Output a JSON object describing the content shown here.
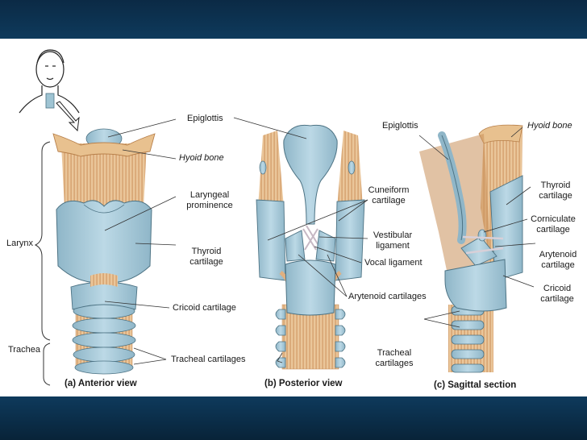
{
  "captions": {
    "anterior": "(a) Anterior view",
    "posterior": "(b) Posterior view",
    "sagittal": "(c) Sagittal section"
  },
  "labels": {
    "larynx": "Larynx",
    "trachea": "Trachea",
    "a_epiglottis": "Epiglottis",
    "a_hyoid": "Hyoid bone",
    "a_laryngeal_1": "Laryngeal",
    "a_laryngeal_2": "prominence",
    "a_thyroid_1": "Thyroid",
    "a_thyroid_2": "cartilage",
    "a_cricoid": "Cricoid cartilage",
    "a_tracheal": "Tracheal cartilages",
    "b_cuneiform_1": "Cuneiform",
    "b_cuneiform_2": "cartilage",
    "b_vestibular_1": "Vestibular",
    "b_vestibular_2": "ligament",
    "b_vocal": "Vocal ligament",
    "b_arytenoid": "Arytenoid cartilages",
    "c_epiglottis": "Epiglottis",
    "c_hyoid": "Hyoid bone",
    "c_thyroid_1": "Thyroid",
    "c_thyroid_2": "cartilage",
    "c_corniculate_1": "Corniculate",
    "c_corniculate_2": "cartilage",
    "c_arytenoid_1": "Arytenoid",
    "c_arytenoid_2": "cartilage",
    "c_cricoid_1": "Cricoid",
    "c_cricoid_2": "cartilage",
    "c_tracheal_1": "Tracheal",
    "c_tracheal_2": "cartilages"
  },
  "colors": {
    "cartilage": "#a9cbd9",
    "cartilage_dark": "#7fa9bd",
    "membrane": "#e2b98a",
    "membrane_dark": "#c98f5a",
    "outline": "#4d7384",
    "band": "#0e3a5c",
    "leader": "#333333"
  }
}
